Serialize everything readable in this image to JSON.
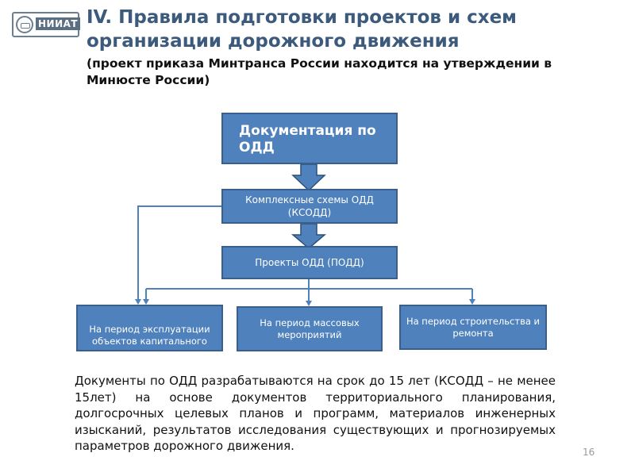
{
  "header": {
    "logo_text": "НИИАТ",
    "title": "IV. Правила подготовки проектов и схем организации дорожного движения",
    "subtitle": "(проект приказа Минтранса России находится на утверждении в Минюсте России)"
  },
  "diagram": {
    "root": "Документация по ОДД",
    "level1": "Комплексные схемы ОДД (КСОДД)",
    "level2": "Проекты ОДД (ПОДД)",
    "leaves": [
      "На период эксплуатации объектов капитального",
      "На период массовых мероприятий",
      "На период строительства и ремонта"
    ],
    "colors": {
      "box_fill": "#4f81bd",
      "box_border": "#3a5f8c",
      "arrow_fill": "#4f81bd",
      "arrow_border": "#2f5177",
      "connector": "#4f81bd"
    }
  },
  "body_text": "Документы по ОДД разрабатываются на срок до 15 лет (КСОДД – не менее 15лет) на основе документов территориального планирования, долгосрочных целевых планов и программ, материалов инженерных изысканий, результатов исследования существующих и прогнозируемых параметров дорожного движения.",
  "page_number": "16",
  "colors": {
    "title": "#3b5a7c",
    "text": "#111111",
    "page_number": "#999999"
  }
}
